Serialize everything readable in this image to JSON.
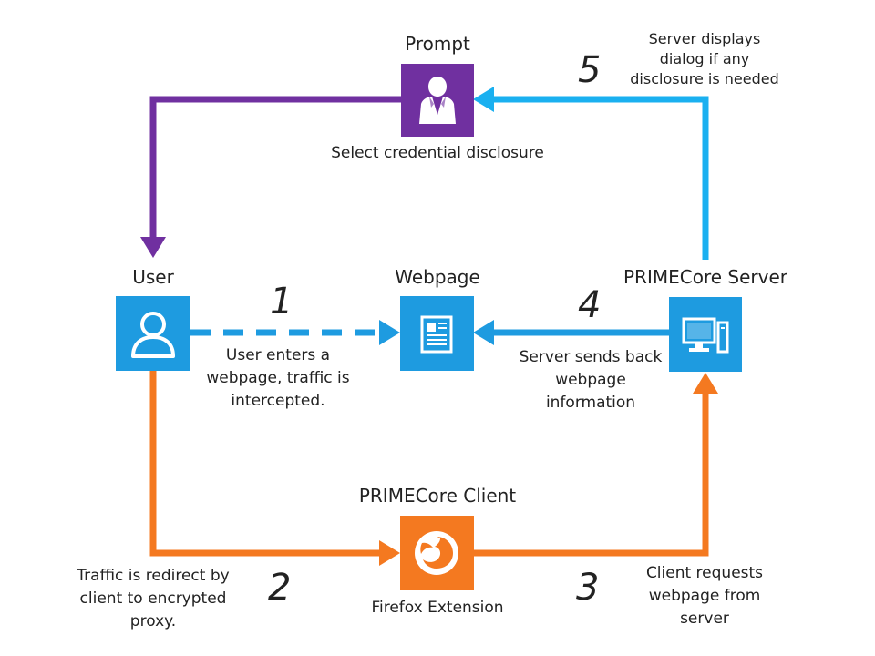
{
  "nodes": {
    "prompt": {
      "title": "Prompt",
      "caption": "Select credential disclosure",
      "color": "#7030a0",
      "icon": "suit-icon"
    },
    "user": {
      "title": "User",
      "color": "#1e9be0",
      "icon": "person-icon"
    },
    "webpage": {
      "title": "Webpage",
      "color": "#1e9be0",
      "icon": "document-icon"
    },
    "server": {
      "title": "PRIMECore Server",
      "color": "#1e9be0",
      "icon": "computer-icon"
    },
    "client": {
      "title": "PRIMECore Client",
      "caption": "Firefox Extension",
      "color": "#f47920",
      "icon": "firefox-icon"
    }
  },
  "steps": [
    {
      "number": "1",
      "lines": [
        "User enters a",
        "webpage, traffic is",
        "intercepted."
      ]
    },
    {
      "number": "2",
      "lines": [
        "Traffic is redirect by",
        "client to encrypted",
        "proxy."
      ]
    },
    {
      "number": "3",
      "lines": [
        "Client requests",
        "webpage from",
        "server"
      ]
    },
    {
      "number": "4",
      "lines": [
        "Server sends back",
        "webpage",
        "information"
      ]
    },
    {
      "number": "5",
      "lines": [
        "Server displays",
        "dialog if any",
        "disclosure is needed"
      ]
    }
  ],
  "colors": {
    "purple": "#7030a0",
    "blue": "#1e9be0",
    "light_blue": "#1ab0f0",
    "orange": "#f47920"
  }
}
